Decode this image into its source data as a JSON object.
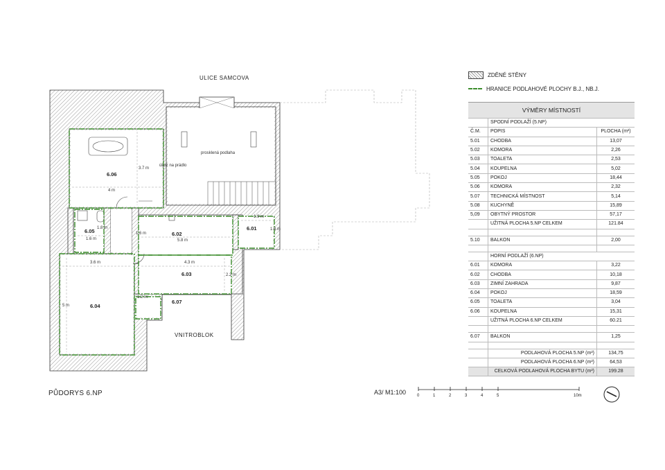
{
  "plan": {
    "street_top": "ULICE SAMCOVA",
    "courtyard": "VNITROBLOK",
    "rooms": {
      "r601": "6.01",
      "r602": "6.02",
      "r603": "6.03",
      "r604": "6.04",
      "r605": "6.05",
      "r606": "6.06",
      "r607": "6.07"
    },
    "notes": {
      "storage": "úkoz na prádlo",
      "glass_floor": "prosklená podlaha"
    },
    "dims": {
      "d606w": "4 m",
      "d606h": "3.7 m",
      "d605w": "1.6 m",
      "d605h": "1.8 m",
      "d602w": "5.8 m",
      "d602h": "1.6 m",
      "d601w": "1.9 m",
      "d601h": "1.8 m",
      "d603w": "4.3 m",
      "d603h": "2.2 m",
      "d604w": "3.6 m",
      "d604h": "5 m",
      "d607w": "1.2 m"
    }
  },
  "legend": {
    "walls": "ZDĚNÉ STĚNY",
    "boundary": "HRANICE PODLAHOVÉ PLOCHY B.J., NB.J.",
    "boundary_color": "#3a8c2a"
  },
  "table": {
    "title": "VÝMĚRY MÍSTNOSTÍ",
    "lower_section": "SPODNÍ PODLAŽÍ (5.NP)",
    "col_no": "Č.M.",
    "col_desc": "POPIS",
    "col_area": "PLOCHA (m²)",
    "lower_rooms": [
      {
        "no": "5.01",
        "desc": "CHODBA",
        "area": "13,07"
      },
      {
        "no": "5.02",
        "desc": "KOMORA",
        "area": "2,26"
      },
      {
        "no": "5.03",
        "desc": "TOALETA",
        "area": "2,53"
      },
      {
        "no": "5.04",
        "desc": "KOUPELNA",
        "area": "5,02"
      },
      {
        "no": "5.05",
        "desc": "POKOJ",
        "area": "18,44"
      },
      {
        "no": "5.06",
        "desc": "KOMORA",
        "area": "2,32"
      },
      {
        "no": "5.07",
        "desc": "TECHNICKÁ MÍSTNOST",
        "area": "5,14"
      },
      {
        "no": "5.08",
        "desc": "KUCHYNĚ",
        "area": "15,89"
      },
      {
        "no": "5,09",
        "desc": "OBYTNÝ PROSTOR",
        "area": "57,17"
      }
    ],
    "lower_total": {
      "desc": "UŽITNÁ PLOCHA 5.NP CELKEM",
      "area": "121.84"
    },
    "balcony5": {
      "no": "5.10",
      "desc": "BALKON",
      "area": "2,00"
    },
    "upper_section": "HORNÍ PODLAŽÍ (6.NP)",
    "upper_rooms": [
      {
        "no": "6.01",
        "desc": "KOMORA",
        "area": "3,22"
      },
      {
        "no": "6.02",
        "desc": "CHODBA",
        "area": "10,18"
      },
      {
        "no": "6.03",
        "desc": "ZIMNÍ ZAHRADA",
        "area": "9,87"
      },
      {
        "no": "6.04",
        "desc": "POKOJ",
        "area": "18,59"
      },
      {
        "no": "6.05",
        "desc": "TOALETA",
        "area": "3,04"
      },
      {
        "no": "6.06",
        "desc": "KOUPELNA",
        "area": "15,31"
      }
    ],
    "upper_total": {
      "desc": "UŽITNÁ PLOCHA 6.NP CELKEM",
      "area": "60.21"
    },
    "balcony6": {
      "no": "6.07",
      "desc": "BALKON",
      "area": "1,25"
    },
    "sum5": {
      "desc": "PODLAHOVÁ PLOCHA 5.NP (m²)",
      "area": "134,75"
    },
    "sum6": {
      "desc": "PODLAHOVÁ PLOCHA 6.NP (m²)",
      "area": "64,53"
    },
    "sum_total": {
      "desc": "CELKOVÁ PODLAHOVÁ PLOCHA BYTU (m²)",
      "area": "199.28"
    }
  },
  "footer": {
    "title": "PŮDORYS 6.NP",
    "scale": "A3/  M1:100",
    "scale_ticks": [
      "0",
      "1",
      "2",
      "3",
      "4",
      "5",
      "10m"
    ]
  }
}
